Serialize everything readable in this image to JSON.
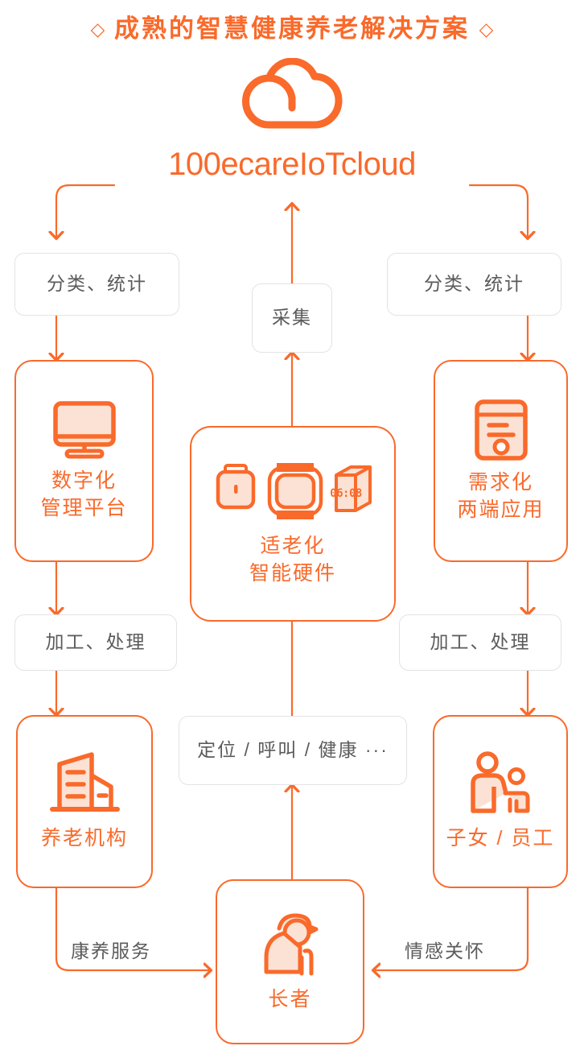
{
  "header": {
    "ornament_left": "◇",
    "ornament_right": "◇",
    "title": "成熟的智慧健康养老解决方案",
    "brand": "100ecareIoTcloud",
    "cloud_icon": "cloud-icon"
  },
  "colors": {
    "accent": "#F96A2B",
    "accent_fill": "#FCE2D4",
    "grey_border": "#E3E3E3",
    "grey_text": "#5B5B5B",
    "background": "#FFFFFF"
  },
  "process_labels": {
    "left_top": "分类、统计",
    "center_top": "采集",
    "right_top": "分类、统计",
    "left_bottom": "加工、处理",
    "right_bottom": "加工、处理",
    "center_bottom": "定位 / 呼叫 / 健康\n···"
  },
  "cards": [
    {
      "id": "digital-platform",
      "icon": "monitor-icon",
      "caption": "数字化\n管理平台"
    },
    {
      "id": "smart-hardware",
      "icon": "smart-devices-icon",
      "caption": "适老化\n智能硬件",
      "clock_display": "06:08"
    },
    {
      "id": "demand-apps",
      "icon": "server-icon",
      "caption": "需求化\n两端应用"
    },
    {
      "id": "care-institution",
      "icon": "building-icon",
      "caption": "养老机构"
    },
    {
      "id": "family-staff",
      "icon": "family-icon",
      "caption": "子女 / 员工"
    },
    {
      "id": "elder",
      "icon": "elderly-person-icon",
      "caption": "长者"
    }
  ],
  "edge_labels": {
    "service": "康养服务",
    "care": "情感关怀"
  }
}
